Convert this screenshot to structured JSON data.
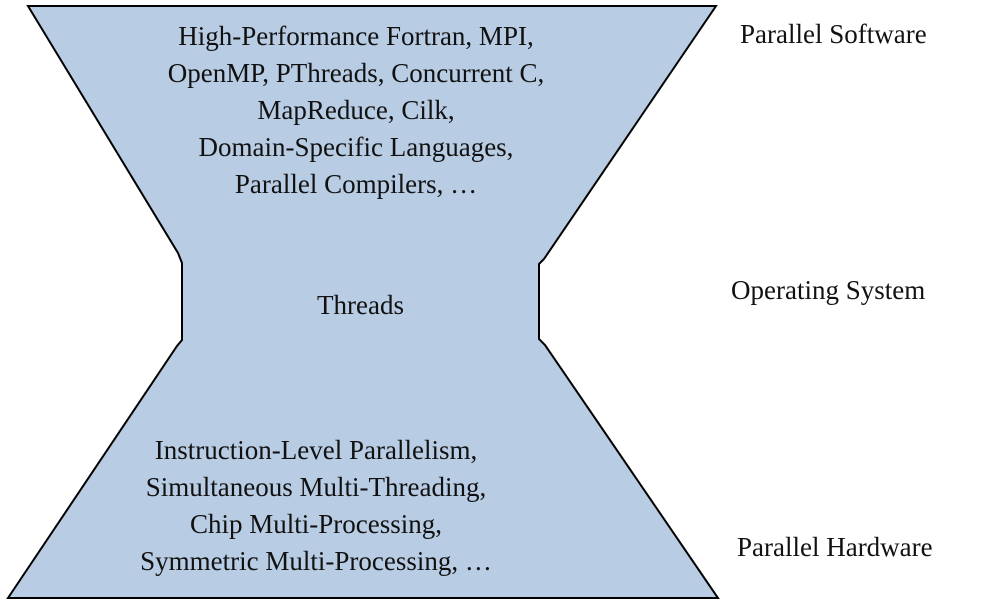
{
  "colors": {
    "shape_fill": "#b8cce4",
    "shape_stroke": "#000000",
    "text": "#111111"
  },
  "hourglass": {
    "top_section": {
      "lines": [
        "High-Performance Fortran, MPI,",
        "OpenMP, PThreads, Concurrent C,",
        "MapReduce, Cilk,",
        "Domain-Specific Languages,",
        "Parallel Compilers, …"
      ]
    },
    "neck": {
      "label": "Threads"
    },
    "bottom_section": {
      "lines": [
        "Instruction-Level Parallelism,",
        "Simultaneous Multi-Threading,",
        "Chip Multi-Processing,",
        "Symmetric Multi-Processing, …"
      ]
    }
  },
  "side_labels": {
    "top": "Parallel Software",
    "middle": "Operating System",
    "bottom": "Parallel Hardware"
  }
}
